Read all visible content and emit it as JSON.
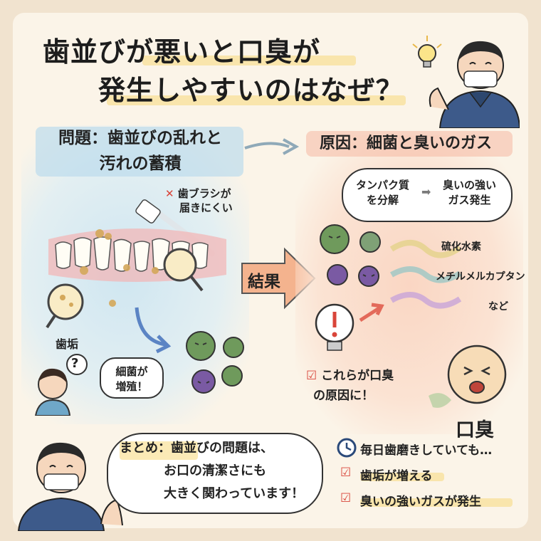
{
  "title": {
    "line1": "歯並びが悪いと口臭が",
    "line2": "発生しやすいのはなぜ？"
  },
  "problem": {
    "heading_line1": "問題：歯並びの乱れと",
    "heading_line2": "汚れの蓄積",
    "brush_note_line1": "歯ブラシが",
    "brush_note_line2": "届きにくい",
    "plaque_label": "歯垢",
    "question_mark": "?",
    "bacteria_bubble_line1": "細菌が",
    "bacteria_bubble_line2": "増殖！"
  },
  "result_label": "結果",
  "cause": {
    "heading": "原因：細菌と臭いのガス",
    "process_left_line1": "タンパク質",
    "process_left_line2": "を分解",
    "process_right_line1": "臭いの強い",
    "process_right_line2": "ガス発生",
    "gases": [
      "硫化水素",
      "メチルメルカプタン",
      "など"
    ],
    "conclusion_line1": "これらが口臭",
    "conclusion_line2": "の原因に！",
    "bad_breath_label": "口臭"
  },
  "summary": {
    "line1": "まとめ：歯並びの問題は、",
    "line2": "お口の清潔さにも",
    "line3": "大きく関わっています！"
  },
  "checklist": {
    "clock_item": "毎日歯磨きしていても…",
    "items": [
      "歯垢が増える",
      "臭いの強いガスが発生"
    ]
  },
  "colors": {
    "accent_yellow": "#f7d97a",
    "problem_blue": "#cfe6f1",
    "cause_peach": "#fad6c3",
    "bacteria_green": "#6f9a5c",
    "bacteria_purple": "#7a5aa3",
    "check_red": "#d9453a"
  }
}
